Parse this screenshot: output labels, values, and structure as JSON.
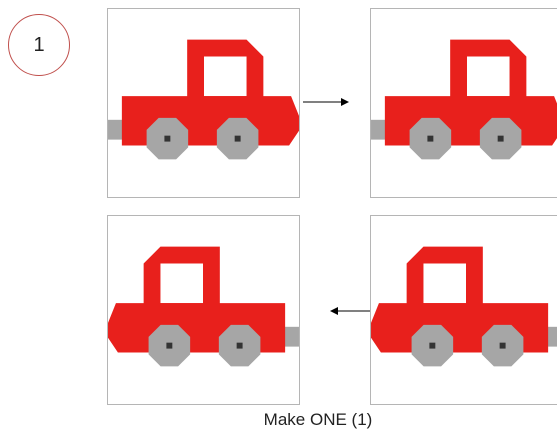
{
  "step": {
    "number": "1"
  },
  "caption": "Make ONE (1)",
  "colors": {
    "car_body": "#e8201c",
    "wheel": "#a6a6a6",
    "hub": "#333333",
    "bumper": "#a6a6a6",
    "badge_border": "#c0504d"
  },
  "tiles": [
    {
      "name": "tile-top-left",
      "facing": "right"
    },
    {
      "name": "tile-top-right",
      "facing": "right"
    },
    {
      "name": "tile-bottom-left",
      "facing": "left"
    },
    {
      "name": "tile-bottom-right",
      "facing": "left"
    }
  ],
  "arrows": [
    {
      "name": "arrow-right",
      "direction": "right"
    },
    {
      "name": "arrow-left",
      "direction": "left"
    }
  ]
}
